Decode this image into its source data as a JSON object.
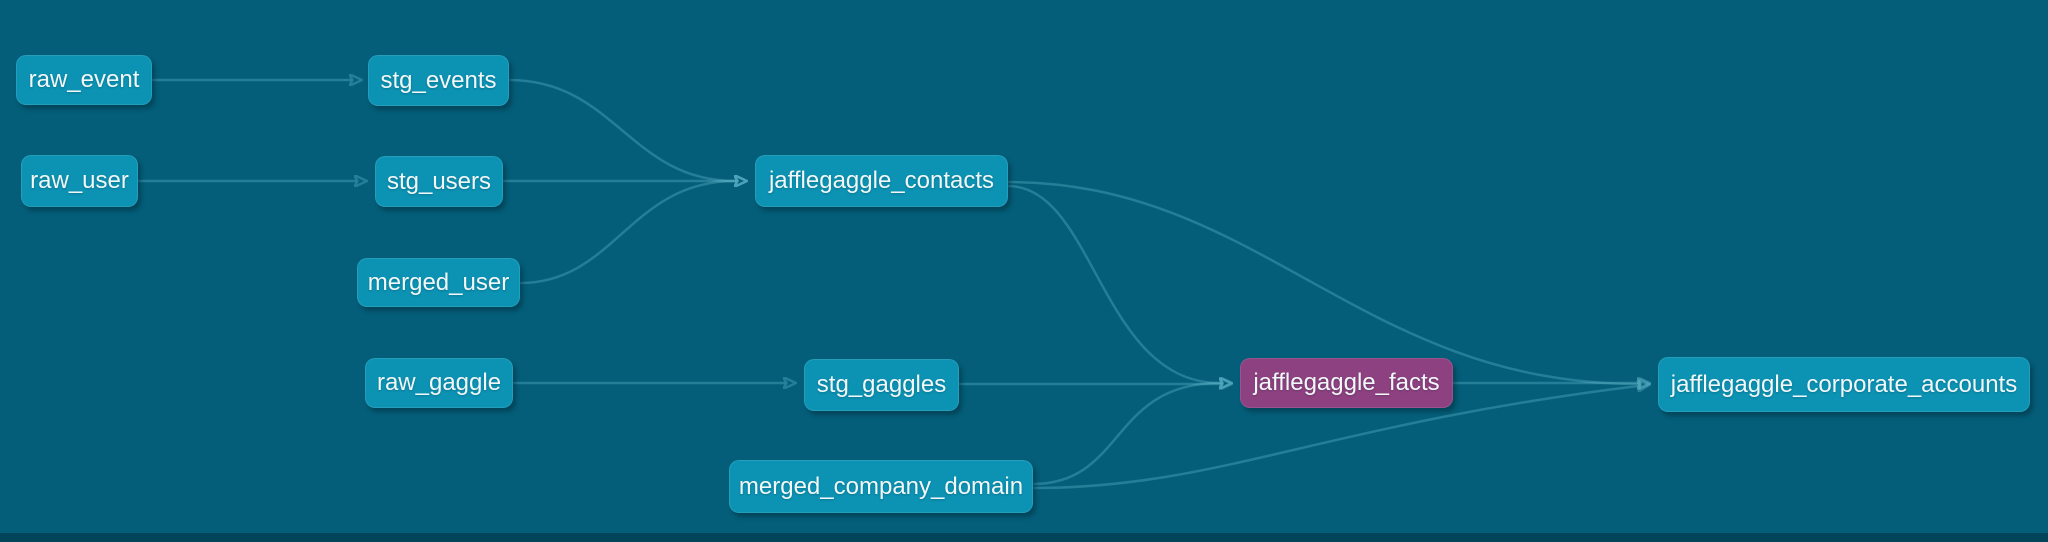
{
  "app": {
    "view": "lineage-graph"
  },
  "colors": {
    "bg": "#045E79",
    "node": "#0C93B4",
    "node_highlight": "#8E4181",
    "edge": "#6EC3D8",
    "text": "#F2F7F8",
    "footer": "#02455A"
  },
  "graph": {
    "nodes": [
      {
        "id": "raw_event",
        "label": "raw_event",
        "highlighted": false
      },
      {
        "id": "stg_events",
        "label": "stg_events",
        "highlighted": false
      },
      {
        "id": "raw_user",
        "label": "raw_user",
        "highlighted": false
      },
      {
        "id": "stg_users",
        "label": "stg_users",
        "highlighted": false
      },
      {
        "id": "merged_user",
        "label": "merged_user",
        "highlighted": false
      },
      {
        "id": "jafflegaggle_contacts",
        "label": "jafflegaggle_contacts",
        "highlighted": false
      },
      {
        "id": "raw_gaggle",
        "label": "raw_gaggle",
        "highlighted": false
      },
      {
        "id": "stg_gaggles",
        "label": "stg_gaggles",
        "highlighted": false
      },
      {
        "id": "jafflegaggle_facts",
        "label": "jafflegaggle_facts",
        "highlighted": true
      },
      {
        "id": "merged_company_domain",
        "label": "merged_company_domain",
        "highlighted": false
      },
      {
        "id": "jafflegaggle_corporate_accounts",
        "label": "jafflegaggle_corporate_accounts",
        "highlighted": false
      }
    ],
    "edges": [
      {
        "from": "raw_event",
        "to": "stg_events"
      },
      {
        "from": "raw_user",
        "to": "stg_users"
      },
      {
        "from": "stg_events",
        "to": "jafflegaggle_contacts"
      },
      {
        "from": "stg_users",
        "to": "jafflegaggle_contacts"
      },
      {
        "from": "merged_user",
        "to": "jafflegaggle_contacts"
      },
      {
        "from": "raw_gaggle",
        "to": "stg_gaggles"
      },
      {
        "from": "stg_gaggles",
        "to": "jafflegaggle_facts"
      },
      {
        "from": "jafflegaggle_contacts",
        "to": "jafflegaggle_facts"
      },
      {
        "from": "merged_company_domain",
        "to": "jafflegaggle_facts"
      },
      {
        "from": "jafflegaggle_facts",
        "to": "jafflegaggle_corporate_accounts"
      },
      {
        "from": "jafflegaggle_contacts",
        "to": "jafflegaggle_corporate_accounts"
      },
      {
        "from": "merged_company_domain",
        "to": "jafflegaggle_corporate_accounts"
      }
    ]
  }
}
